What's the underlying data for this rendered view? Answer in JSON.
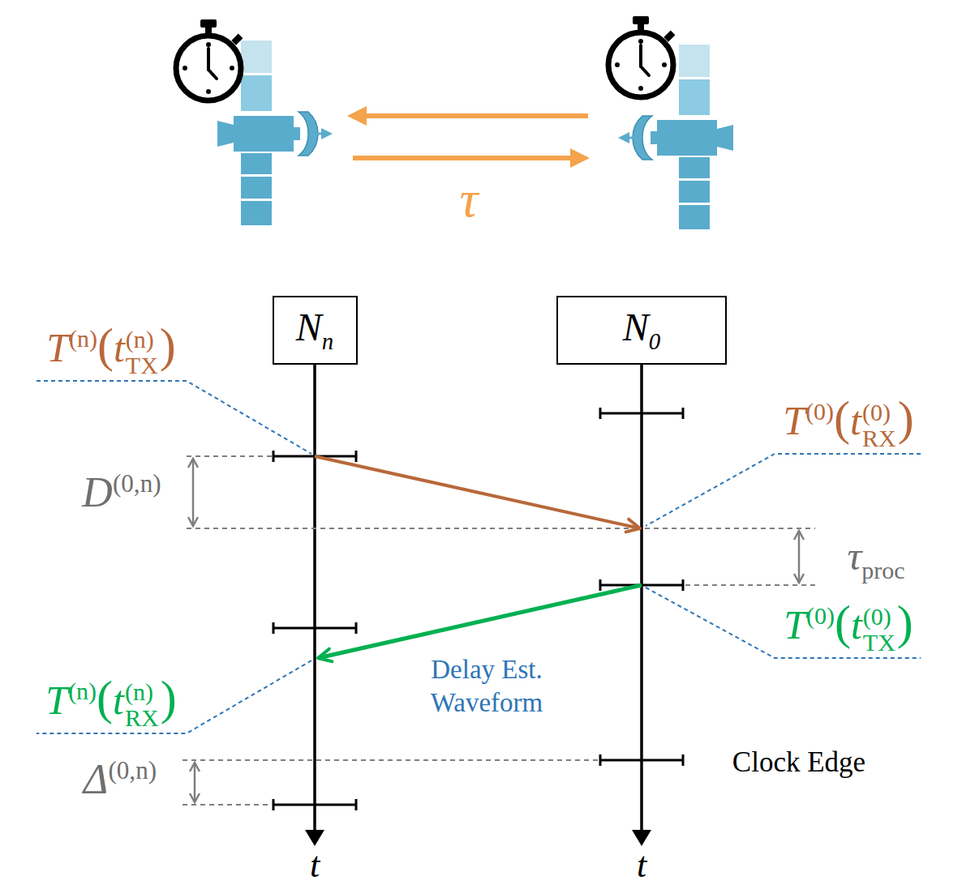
{
  "diagram": {
    "nodes": [
      {
        "text": [
          "Nn"
        ]
      },
      {
        "text": [
          "N0"
        ]
      }
    ],
    "edges": [
      {
        "from": 0,
        "to": 1,
        "arrow": "to"
      },
      {
        "from": 1,
        "to": 0,
        "arrow": "to",
        "label": "Delay Est. Waveform"
      }
    ],
    "labels": [
      "τ",
      "T(n)(tTX(n))",
      "D(0,n)",
      "T(0)(tRX(0))",
      "τproc",
      "T(0)(tTX(0))",
      "T(n)(tRX(n))",
      "Δ(0,n)",
      "Clock Edge",
      "t",
      "t"
    ]
  }
}
